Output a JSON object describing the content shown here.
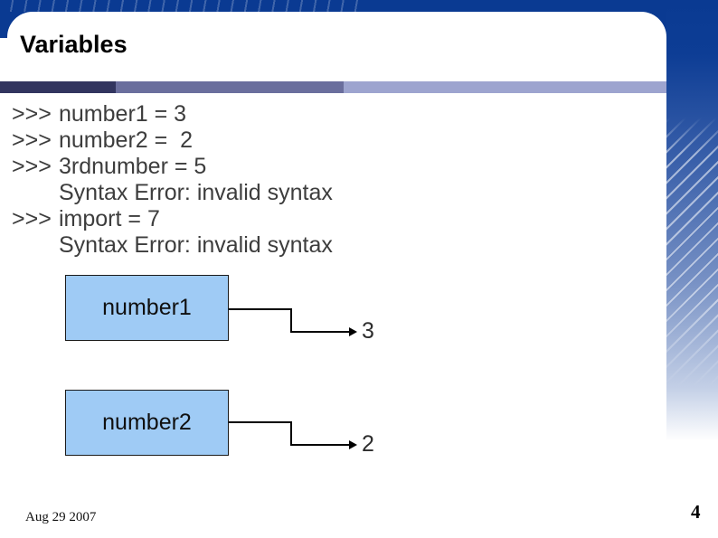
{
  "slide": {
    "title": "Variables"
  },
  "console": {
    "lines": [
      {
        "prompt": ">>>",
        "code": "number1 = 3"
      },
      {
        "prompt": ">>>",
        "code": "number2 =  2"
      },
      {
        "prompt": ">>>",
        "code": "3rdnumber = 5"
      },
      {
        "prompt": "",
        "code": "Syntax Error: invalid syntax"
      },
      {
        "prompt": ">>>",
        "code": "import = 7"
      },
      {
        "prompt": "",
        "code": "Syntax Error: invalid syntax"
      }
    ]
  },
  "diagram": {
    "variables": [
      {
        "name": "number1",
        "value": "3"
      },
      {
        "name": "number2",
        "value": "2"
      }
    ]
  },
  "footer": {
    "date": "Aug 29 2007",
    "page_number": "4"
  },
  "colors": {
    "background_blue": "#0a3a92",
    "bar_dark": "#32355f",
    "bar_medium": "#6a6e9d",
    "bar_light": "#9da4cf",
    "box_fill": "#9fcbf5",
    "stripe_highlight": "#ffffff"
  }
}
